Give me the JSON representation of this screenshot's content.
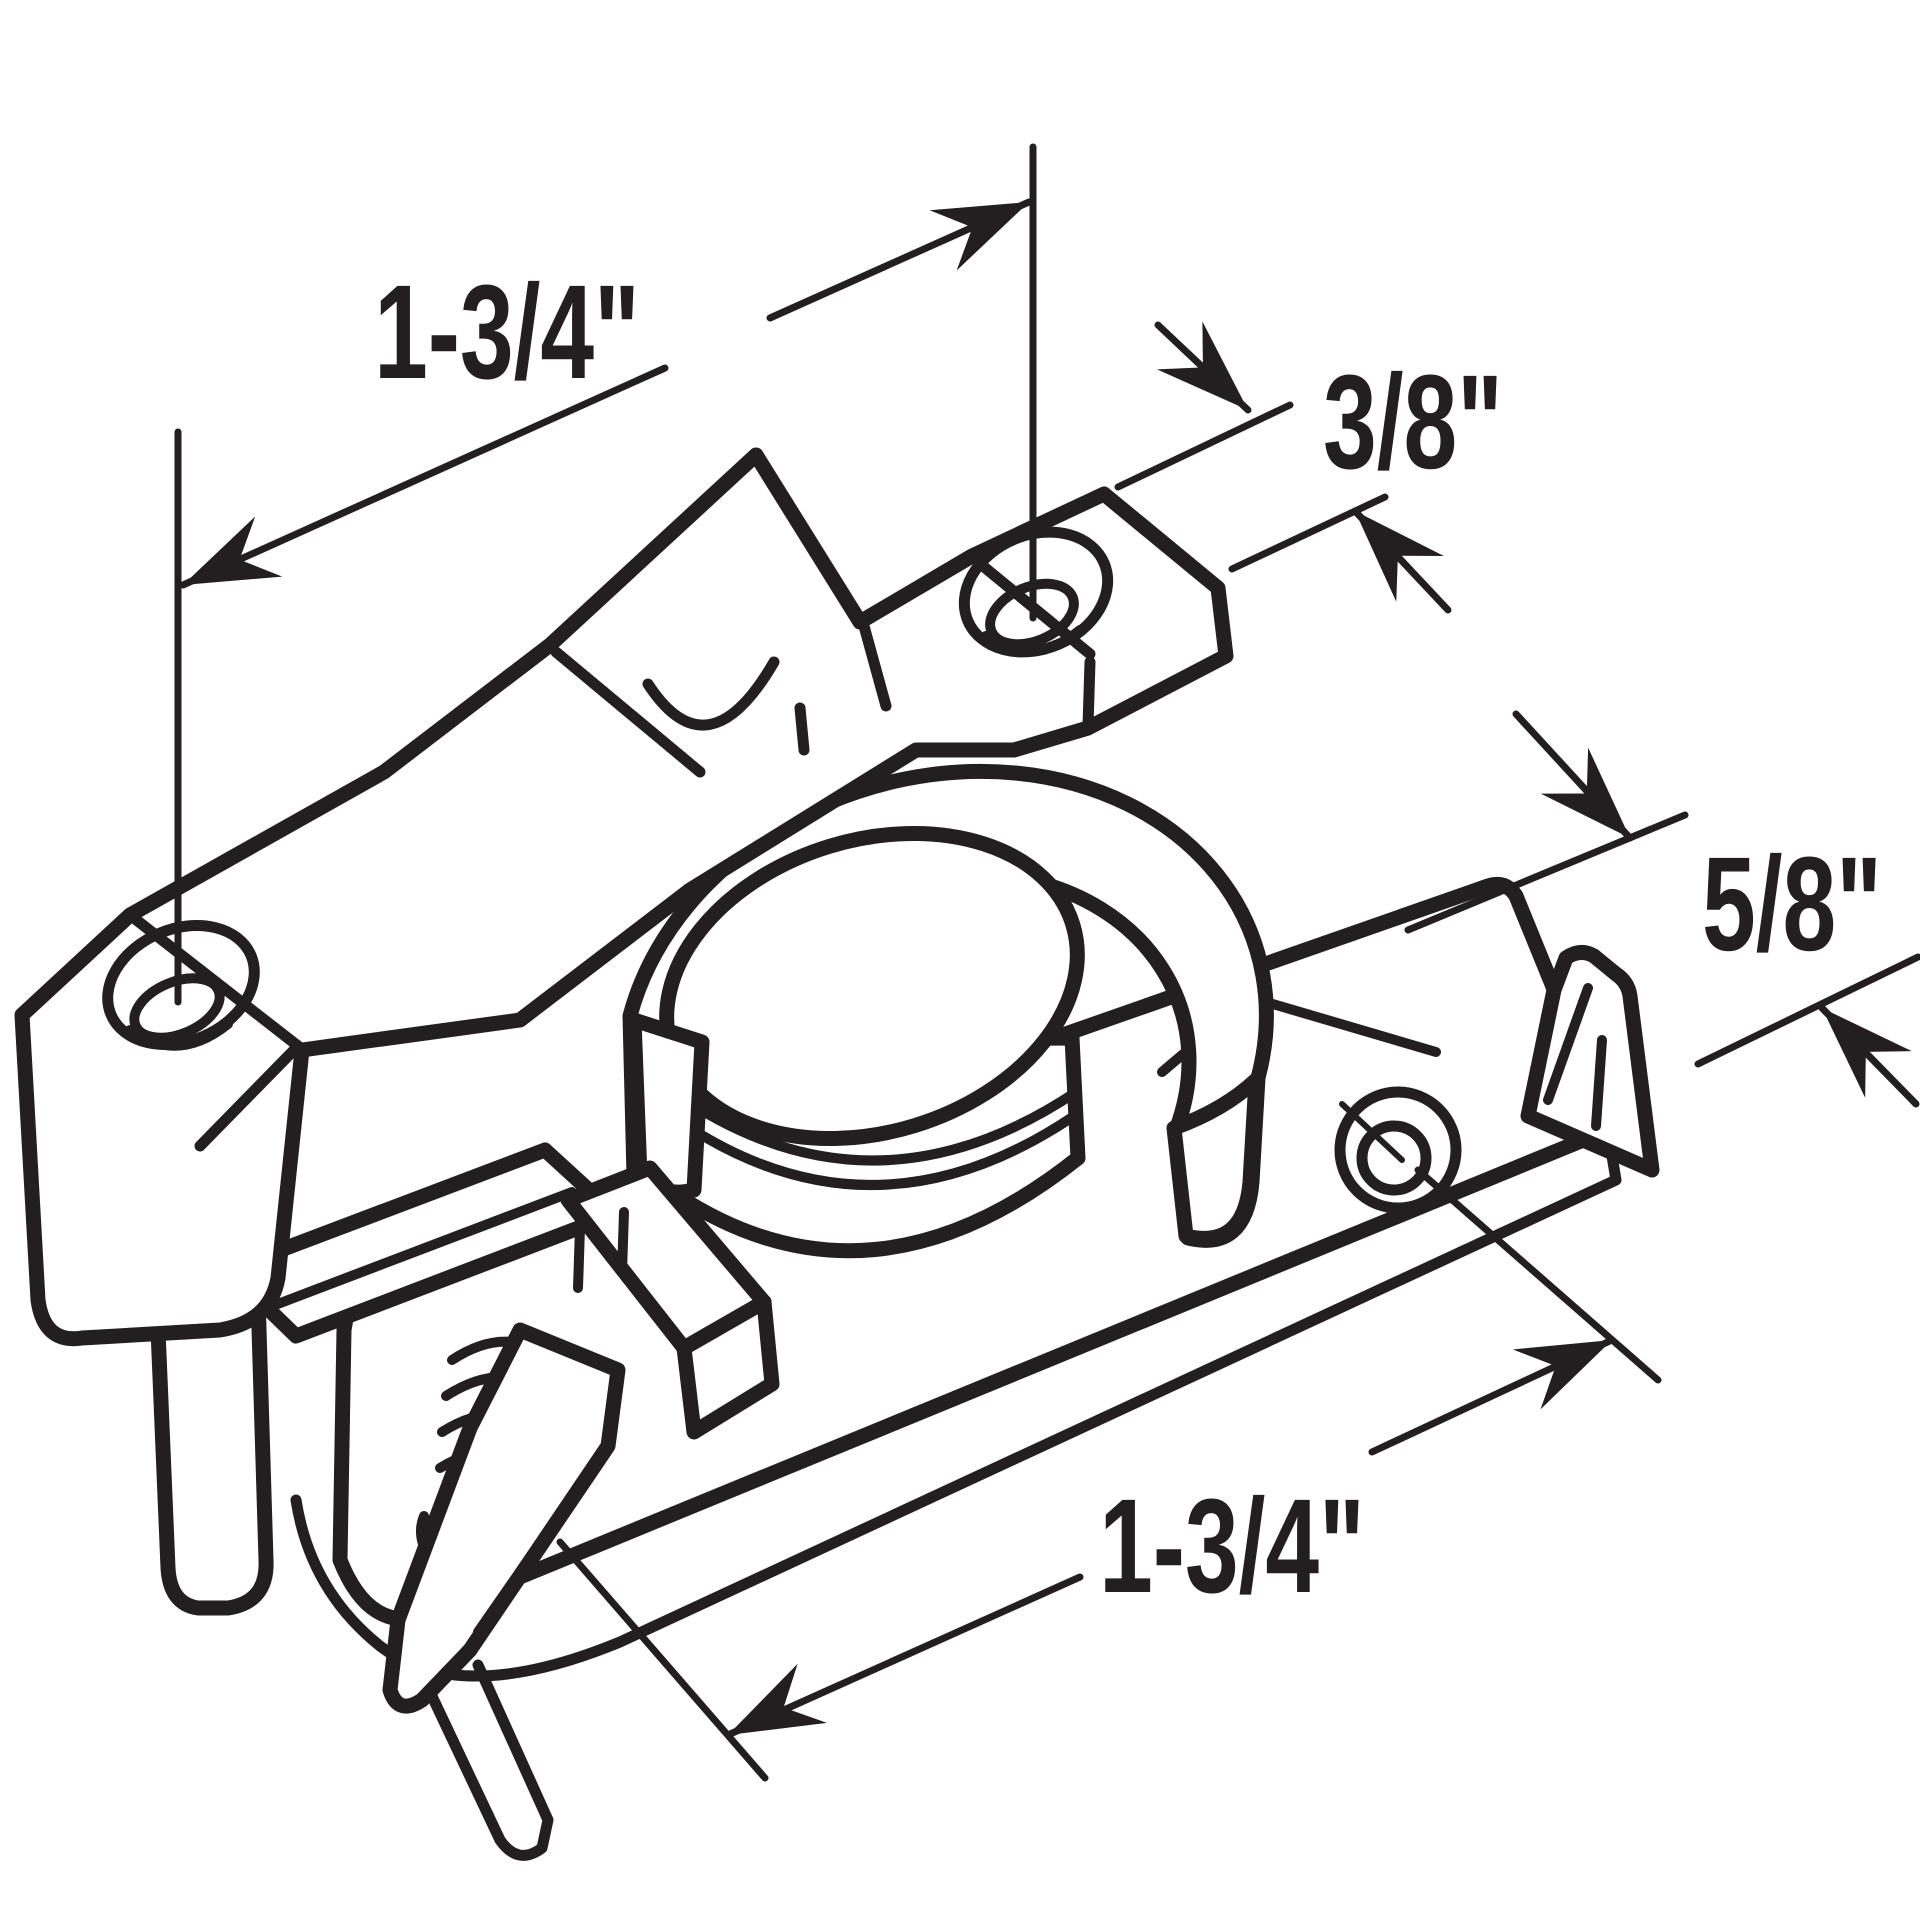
{
  "diagram": {
    "background_color": "#ffffff",
    "line_color": "#231f20",
    "dimensions": {
      "keeper_hole_spacing": "1-3/4\"",
      "keeper_width": "3/8\"",
      "body_width": "5/8\"",
      "body_hole_spacing": "1-3/4\""
    }
  }
}
